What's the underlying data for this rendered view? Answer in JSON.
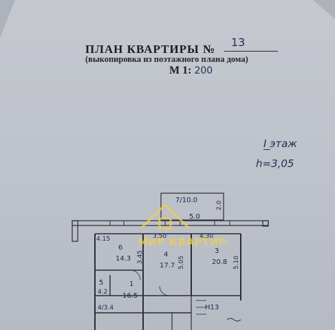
{
  "header": {
    "title": "ПЛАН КВАРТИРЫ №",
    "apartment_number": "13",
    "subtitle": "(выкопировка из поэтажного плана дома)",
    "scale_label": "М 1:",
    "scale_value": "200"
  },
  "annotations": {
    "floor": "I этаж",
    "height": "h=3,05"
  },
  "plan": {
    "labels": {
      "room_7": "7/10.0",
      "dim_2_0": "2.0",
      "dim_5_0": "5.0",
      "dim_4_15": "4.15",
      "dim_3_50": "3.50",
      "dim_4_30": "4.30",
      "room_6_no": "6",
      "room_6_area": "14.3",
      "dim_3_45": "3.45",
      "room_4_no": "4",
      "room_4_area": "17.7",
      "dim_5_05": "5.05",
      "room_3_no": "3",
      "room_3_area": "20.8",
      "dim_5_10": "5.10",
      "room_5_no": "5",
      "room_5_area": "4.2",
      "room_1_no": "1",
      "room_1_area": "16.5",
      "room_2_label": "4/3.4",
      "stair_label": "Н13"
    }
  },
  "watermark": {
    "text": "МИР КВАРТИР",
    "color": "#f0d046"
  }
}
